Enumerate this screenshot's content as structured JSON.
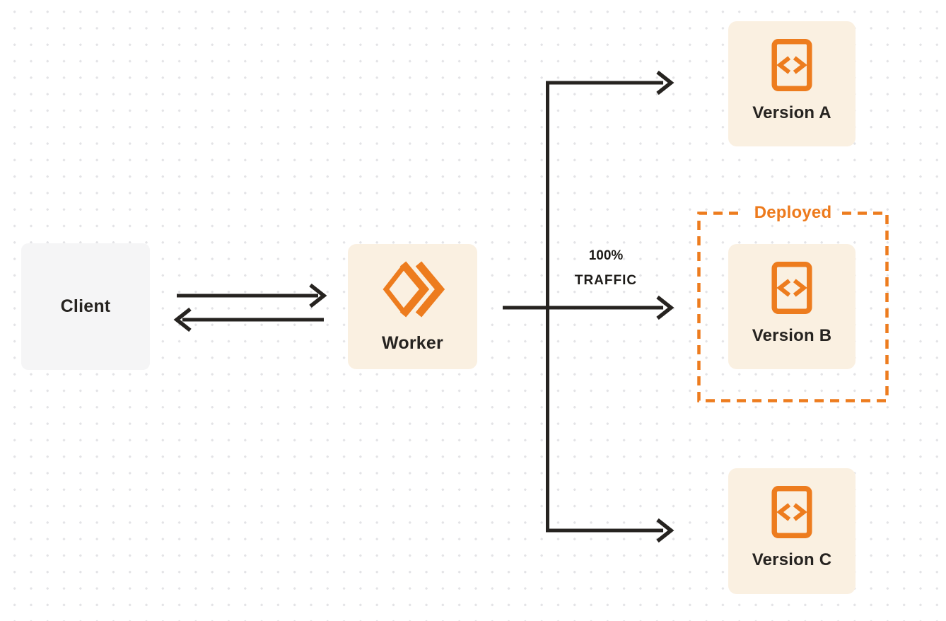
{
  "diagram": {
    "description": "Worker traffic routing diagram with three versions"
  },
  "nodes": {
    "client": {
      "label": "Client"
    },
    "worker": {
      "label": "Worker"
    },
    "versions": [
      {
        "label": "Version A"
      },
      {
        "label": "Version B"
      },
      {
        "label": "Version C"
      }
    ]
  },
  "annotations": {
    "deployed": "Deployed",
    "traffic_line1": "100%",
    "traffic_line2": "TRAFFIC"
  },
  "icons": {
    "worker_icon": "cloudflare-workers-logo",
    "version_icon": "code-document-icon"
  },
  "colors": {
    "accent_orange": "#ED7C1E",
    "node_cream": "#FAF0E1",
    "node_gray": "#F5F5F6",
    "line_dark": "#262320",
    "dot_grid": "#E3E3E6",
    "background": "#FFFFFF"
  }
}
